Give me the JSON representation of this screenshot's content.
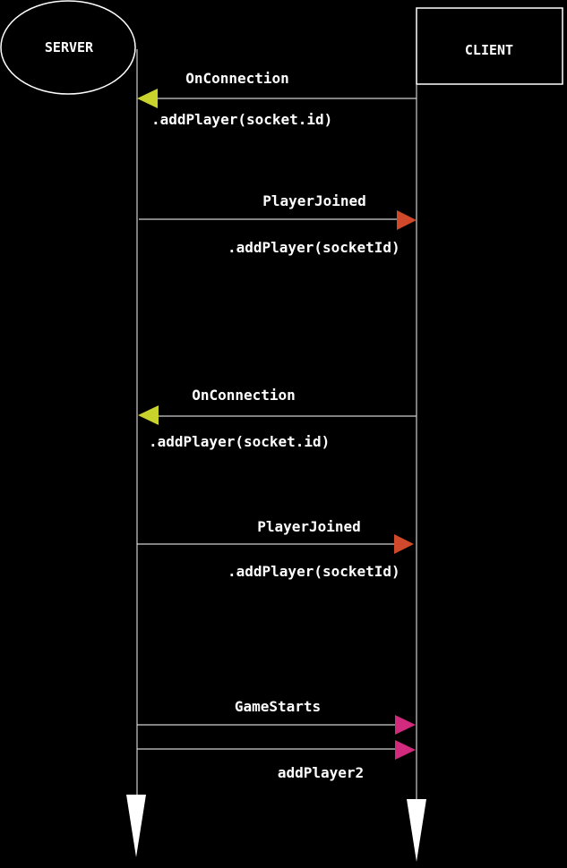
{
  "actors": {
    "server": {
      "label": "SERVER",
      "shape": "ellipse"
    },
    "client": {
      "label": "CLIENT",
      "shape": "rectangle"
    }
  },
  "messages": [
    {
      "label": "OnConnection",
      "note": ".addPlayer(socket.id)",
      "from": "client",
      "to": "server",
      "arrow_color": "#c8d42c"
    },
    {
      "label": "PlayerJoined",
      "note": ".addPlayer(socketId)",
      "from": "server",
      "to": "client",
      "arrow_color": "#d0492a"
    },
    {
      "label": "OnConnection",
      "note": ".addPlayer(socket.id)",
      "from": "client",
      "to": "server",
      "arrow_color": "#c8d42c"
    },
    {
      "label": "PlayerJoined",
      "note": ".addPlayer(socketId)",
      "from": "server",
      "to": "client",
      "arrow_color": "#d0492a"
    },
    {
      "label": "GameStarts",
      "note": "",
      "from": "server",
      "to": "client",
      "arrow_color": "#d22a7c"
    },
    {
      "label": "",
      "note": "addPlayer2",
      "from": "server",
      "to": "client",
      "arrow_color": "#d22a7c"
    }
  ],
  "colors": {
    "background": "#000000",
    "line": "#cfcfcf",
    "text": "#ffffff",
    "lifeline_end": "#ffffff"
  }
}
